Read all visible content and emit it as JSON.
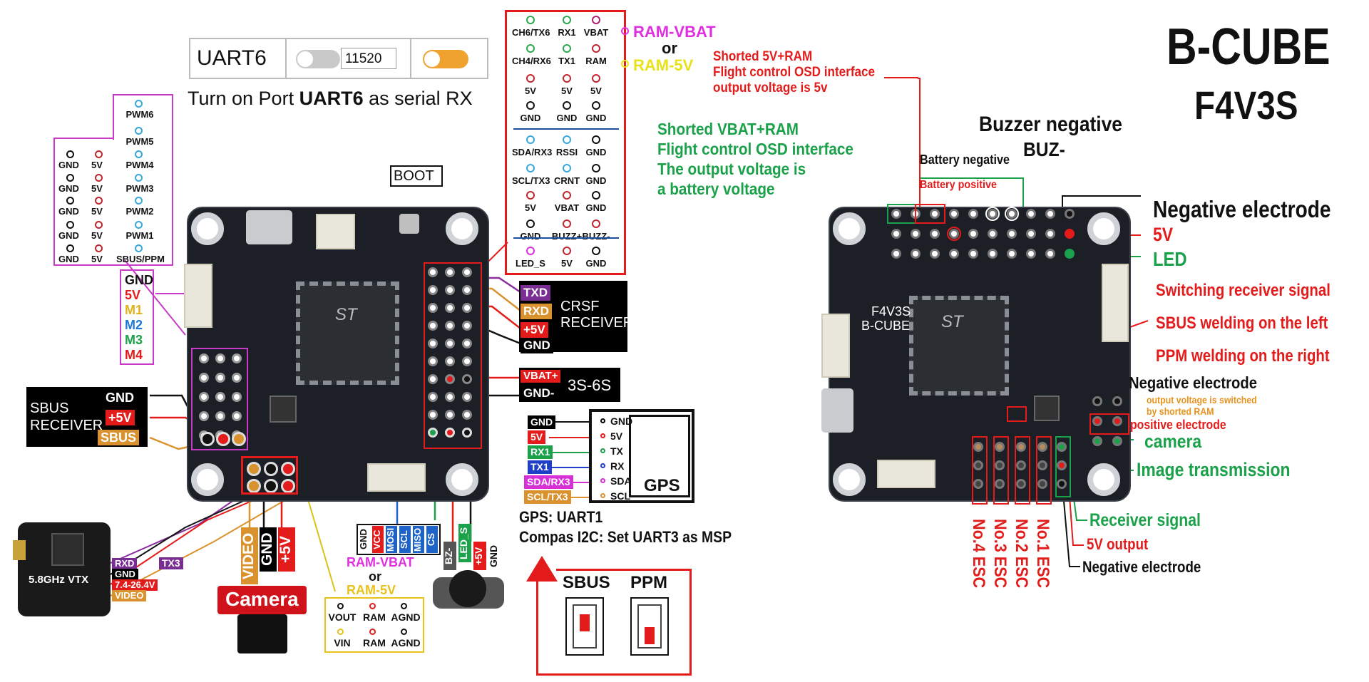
{
  "title": {
    "line1": "B-CUBE",
    "line2": "F4V3S"
  },
  "uart_toggle": {
    "port": "UART6",
    "baud": "11520",
    "caption_pre": "Turn on Port ",
    "caption_bold": "UART6",
    "caption_post": " as serial RX"
  },
  "boot_label": "BOOT",
  "top_header": {
    "rows": [
      [
        "CH6/TX6",
        "RX1",
        "VBAT"
      ],
      [
        "CH4/RX6",
        "TX1",
        "RAM"
      ],
      [
        "5V",
        "5V",
        "5V"
      ],
      [
        "GND",
        "GND",
        "GND"
      ],
      [
        "SDA/RX3",
        "RSSI",
        "GND"
      ],
      [
        "SCL/TX3",
        "CRNT",
        "GND"
      ],
      [
        "5V",
        "VBAT",
        "GND"
      ],
      [
        "GND",
        "BUZZ+",
        "BUZZ-"
      ],
      [
        "LED_S",
        "5V",
        "GND"
      ]
    ],
    "ram_vbat": "RAM-VBAT",
    "or": "or",
    "ram_5v": "RAM-5V"
  },
  "notes": {
    "shorted_5v": [
      "Shorted 5V+RAM",
      "Flight control OSD interface",
      "output voltage is 5v"
    ],
    "shorted_vbat": [
      "Shorted VBAT+RAM",
      "Flight control OSD interface",
      "The output voltage is",
      "a battery voltage"
    ]
  },
  "pwm_box": {
    "rows": [
      {
        "a": "",
        "b": "",
        "c": "PWM6"
      },
      {
        "a": "",
        "b": "",
        "c": "PWM5"
      },
      {
        "a": "GND",
        "b": "5V",
        "c": "PWM4"
      },
      {
        "a": "GND",
        "b": "5V",
        "c": "PWM3"
      },
      {
        "a": "GND",
        "b": "5V",
        "c": "PWM2"
      },
      {
        "a": "GND",
        "b": "5V",
        "c": "PWM1"
      },
      {
        "a": "GND",
        "b": "5V",
        "c": "SBUS/PPM"
      }
    ]
  },
  "motor_legend": [
    "GND",
    "5V",
    "M1",
    "M2",
    "M3",
    "M4"
  ],
  "crsf": {
    "txd": "TXD",
    "rxd": "RXD",
    "v5": "+5V",
    "gnd": "GND",
    "label1": "CRSF",
    "label2": "RECEIVER"
  },
  "battery": {
    "vbat": "VBAT+",
    "gnd": "GND-",
    "cells": "3S-6S"
  },
  "sbus_receiver": {
    "gnd": "GND",
    "v5": "+5V",
    "sbus": "SBUS",
    "label1": "SBUS",
    "label2": "RECEIVER"
  },
  "gps": {
    "left": [
      "GND",
      "5V",
      "RX1",
      "TX1",
      "SDA/RX3",
      "SCL/TX3"
    ],
    "right": [
      "GND",
      "5V",
      "TX",
      "RX",
      "SDA",
      "SCL"
    ],
    "label": "GPS",
    "note1": "GPS: UART1",
    "note2": "Compas I2C: Set UART3 as MSP"
  },
  "i2c_header": [
    "GND",
    "VCC",
    "MOSI",
    "SCL",
    "MISO",
    "CS"
  ],
  "led_header": [
    "BZ-",
    "LED_S",
    "+5V",
    "GND"
  ],
  "vtx": {
    "name": "5.8GHz VTX",
    "pins": [
      "RXD",
      "GND",
      "7.4-26.4V",
      "VIDEO"
    ],
    "tx3": "TX3"
  },
  "camera": {
    "pins": [
      "VIDEO",
      "GND",
      "+5V"
    ],
    "label": "Camera"
  },
  "ram_box": {
    "ram_vbat": "RAM-VBAT",
    "or": "or",
    "ram_5v": "RAM-5V",
    "row1": [
      "VOUT",
      "RAM",
      "AGND"
    ],
    "row2": [
      "VIN",
      "RAM",
      "AGND"
    ]
  },
  "jumpers": {
    "sbus": "SBUS",
    "ppm": "PPM"
  },
  "right_board": {
    "buzzer1": "Buzzer negative",
    "buzzer2": "BUZ-",
    "battery_negative": "Battery negative",
    "battery_positive": "Battery positive",
    "neg_electrode": "Negative electrode",
    "v5": "5V",
    "led": "LED",
    "switch1": "Switching receiver signal",
    "switch2": "SBUS welding on the left",
    "switch3": "PPM welding on the right",
    "neg2": "Negative electrode",
    "note_a": "output voltage is switched",
    "note_b": "by shorted RAM",
    "pos2": "positive electrode",
    "camera": "camera",
    "image_tx": "Image transmission",
    "receiver": "Receiver signal",
    "v5_out": "5V output",
    "neg3": "Negative electrode",
    "esc": [
      "No.4 ESC",
      "No.3 ESC",
      "No.2 ESC",
      "No.1 ESC"
    ],
    "board_name1": "F4V3S",
    "board_name2": "B-CUBE"
  },
  "colors": {
    "red": "#e31b1b",
    "green": "#1aa14a",
    "magenta": "#d630d6",
    "orange": "#d9922e",
    "blue": "#1e63c8",
    "cyan": "#36a9d8"
  }
}
